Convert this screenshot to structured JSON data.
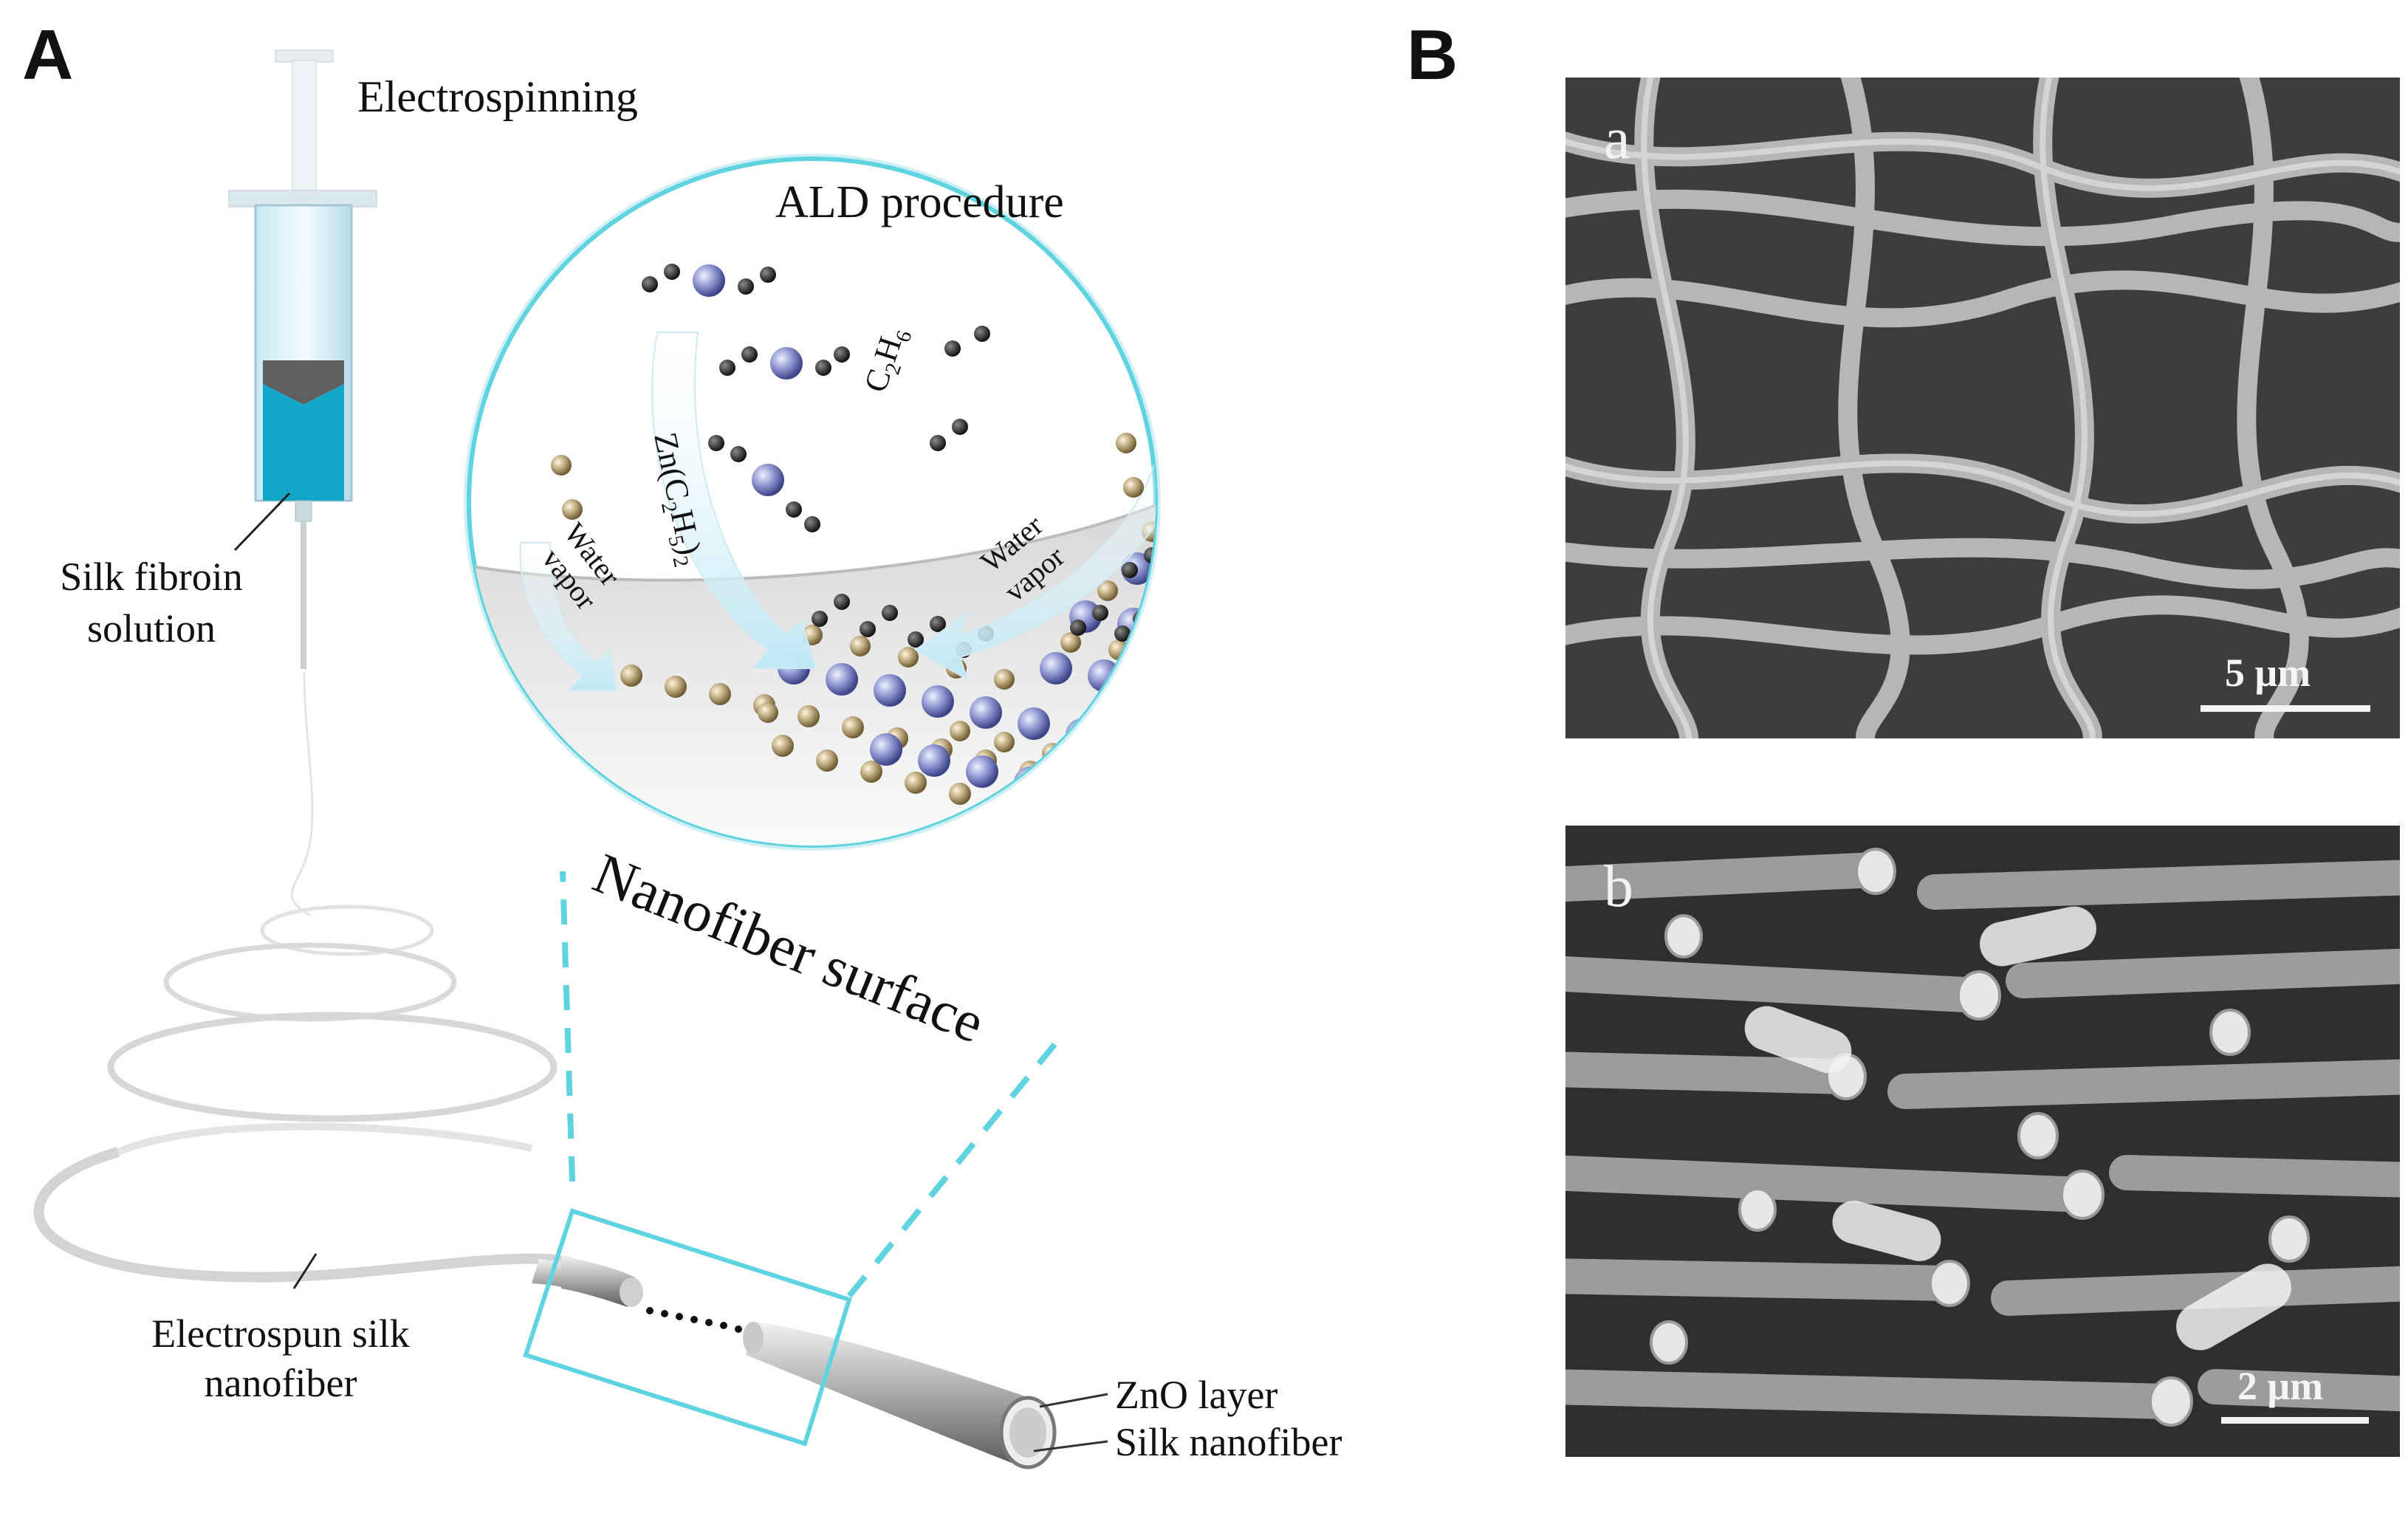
{
  "panels": {
    "a": "A",
    "b": "B"
  },
  "schematic": {
    "electrospinning": "Electrospinning",
    "silk_solution_line1": "Silk fibroin",
    "silk_solution_line2": "solution",
    "electrospun_line1": "Electrospun silk",
    "electrospun_line2": "nanofiber",
    "zno_layer": "ZnO layer",
    "silk_nanofiber": "Silk nanofiber"
  },
  "ald": {
    "title": "ALD procedure",
    "surface": "Nanofiber surface",
    "ethane": "C2H6",
    "precursor": "Zn(C2H5)2",
    "water_line1": "Water",
    "water_line2": "vapor"
  },
  "sem": [
    {
      "letter": "a",
      "scale": "5 μm"
    },
    {
      "letter": "b",
      "scale": "2 μm"
    }
  ],
  "colors": {
    "accent_cyan": "#5fd3e0",
    "solution_cyan": "#12a7c9",
    "zinc_atom": "#7a82c4",
    "oxygen_atom": "#b5a27a",
    "carbon_atom": "#2b2b2b"
  }
}
